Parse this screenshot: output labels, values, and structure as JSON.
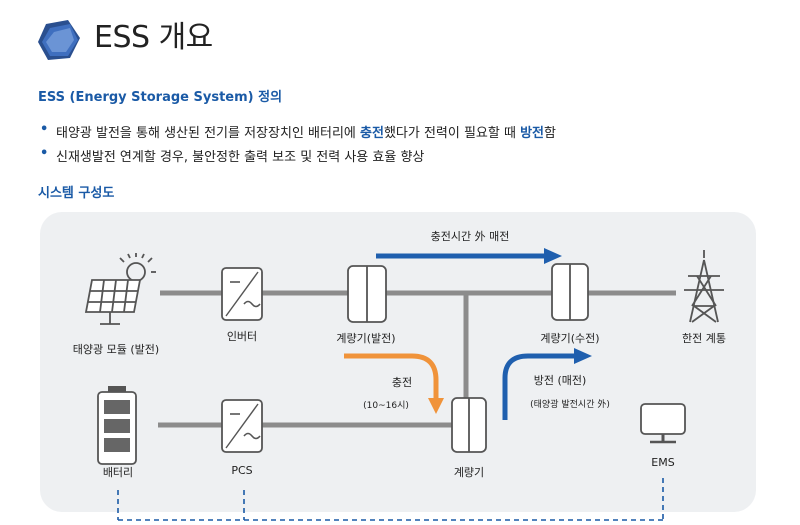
{
  "header": {
    "title": "ESS 개요",
    "logo_icon": "blue-hexagon-logo-icon"
  },
  "definition": {
    "heading": "ESS (Energy Storage System) 정의",
    "bullets": [
      {
        "parts": [
          "태양광 발전을 통해 생산된 전기를 저장장치인 배터리에 ",
          "충전",
          "했다가 전력이 필요할 때 ",
          "방전",
          "함"
        ]
      },
      {
        "text": "신재생발전 연계할 경우, 불안정한 출력 보조 및 전력 사용 효율 향상"
      }
    ]
  },
  "system": {
    "heading": "시스템 구성도",
    "labels": {
      "solar": "태양광 모듈 (발전)",
      "inverter": "인버터",
      "meter_gen": "계량기(발전)",
      "meter_recv": "계량기(수전)",
      "grid": "한전 계통",
      "battery": "배터리",
      "pcs": "PCS",
      "meter": "계량기",
      "ems": "EMS",
      "offpeak": "충전시간 外 매전",
      "charge": "충전",
      "charge_time": "(10~16시)",
      "discharge": "방전 (매전)",
      "discharge_note": "(태양광 발전시간 外)"
    },
    "colors": {
      "accent": "#1a5aa6",
      "blue_arrow": "#1f5fae",
      "orange_arrow": "#f0933a",
      "line": "#8c8c8c",
      "panel": "#eef0f2"
    }
  }
}
